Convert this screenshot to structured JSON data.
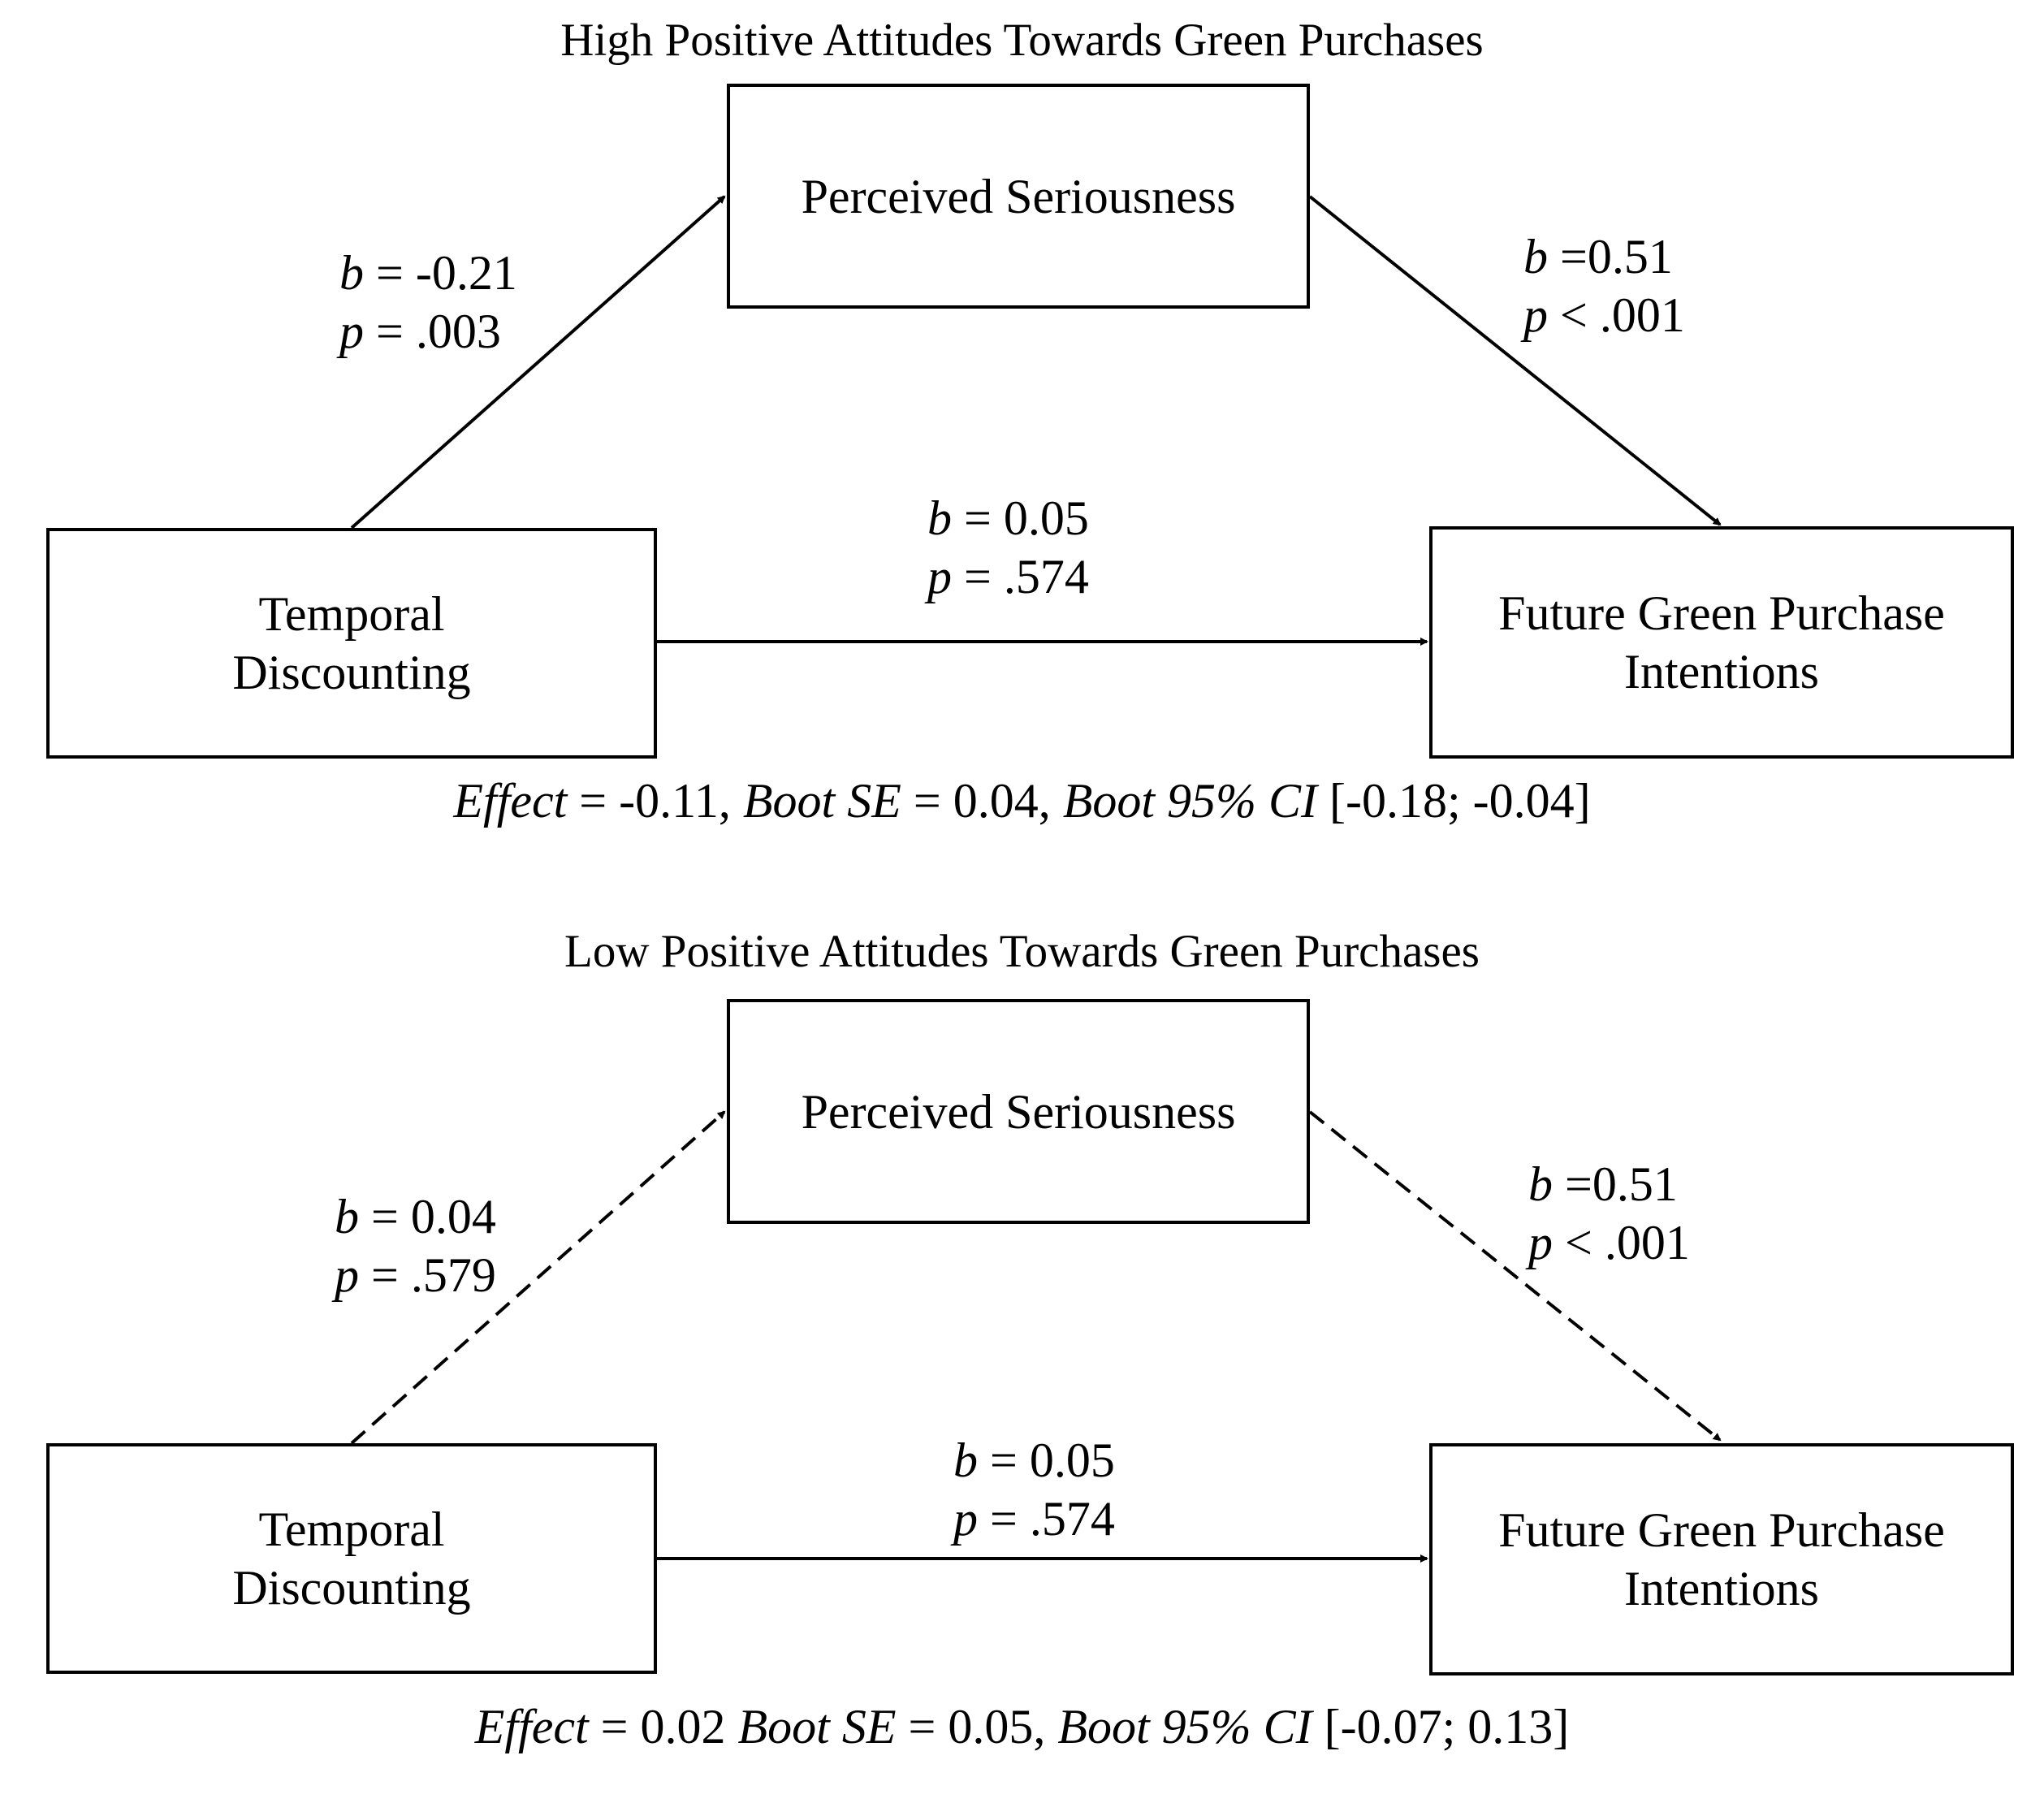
{
  "panels": [
    {
      "title": "High Positive Attitudes Towards Green Purchases",
      "nodes": {
        "mediator": "Perceived Seriousness",
        "predictor": "Temporal\nDiscounting",
        "outcome": "Future Green Purchase\nIntentions"
      },
      "paths": {
        "a": {
          "b_label": "b",
          "b_value": " = -0.21",
          "p_label": "p",
          "p_value": " = .003",
          "style": "solid"
        },
        "b": {
          "b_label": "b",
          "b_value": " =0.51",
          "p_label": "p",
          "p_value": " < .001",
          "style": "solid"
        },
        "c": {
          "b_label": "b",
          "b_value": " = 0.05",
          "p_label": "p",
          "p_value": " = .574",
          "style": "solid"
        }
      },
      "effect": {
        "effect_label": "Effect",
        "effect_value": " = -0.11, ",
        "se_label": "Boot SE",
        "se_value": " = 0.04, ",
        "ci_label": "Boot 95% CI",
        "ci_value": " [-0.18; -0.04]"
      }
    },
    {
      "title": "Low Positive Attitudes Towards Green Purchases",
      "nodes": {
        "mediator": "Perceived Seriousness",
        "predictor": "Temporal\nDiscounting",
        "outcome": "Future Green Purchase\nIntentions"
      },
      "paths": {
        "a": {
          "b_label": "b",
          "b_value": " = 0.04",
          "p_label": "p",
          "p_value": " = .579",
          "style": "dashed"
        },
        "b": {
          "b_label": "b",
          "b_value": " =0.51",
          "p_label": "p",
          "p_value": " < .001",
          "style": "dashed"
        },
        "c": {
          "b_label": "b",
          "b_value": " = 0.05",
          "p_label": "p",
          "p_value": " = .574",
          "style": "solid"
        }
      },
      "effect": {
        "effect_label": "Effect",
        "effect_value": " = 0.02 ",
        "se_label": "Boot SE",
        "se_value": " = 0.05, ",
        "ci_label": "Boot 95% CI",
        "ci_value": " [-0.07; 0.13]"
      }
    }
  ]
}
